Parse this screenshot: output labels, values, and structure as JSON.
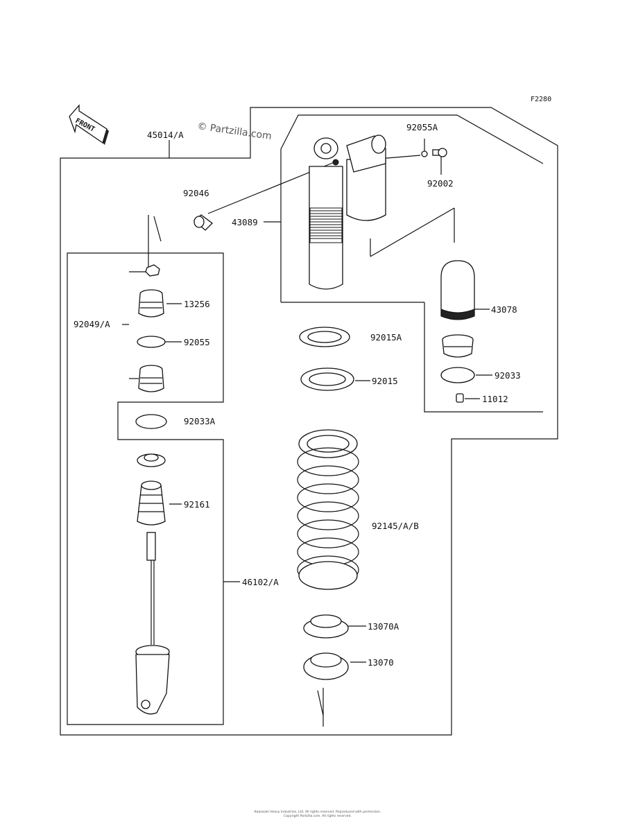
{
  "diagram_code": "F2280",
  "watermark": "© Partzilla.com",
  "front_label": "FRONT",
  "footer_line1": "Kawasaki Heavy Industries, Ltd. All rights reserved. Reproduced with permission.",
  "footer_line2": "Copyright Partzilla.com. All rights reserved.",
  "labels": {
    "p45014A": "45014/A",
    "p92055A": "92055A",
    "p92002": "92002",
    "p92046": "92046",
    "p43089": "43089",
    "p43078": "43078",
    "p13256": "13256",
    "p92049A": "92049/A",
    "p92055": "92055",
    "p92015A": "92015A",
    "p92015": "92015",
    "p92033": "92033",
    "p11012": "11012",
    "p92033A": "92033A",
    "p92161": "92161",
    "p92145AB": "92145/A/B",
    "p46102A": "46102/A",
    "p13070A": "13070A",
    "p13070": "13070"
  }
}
